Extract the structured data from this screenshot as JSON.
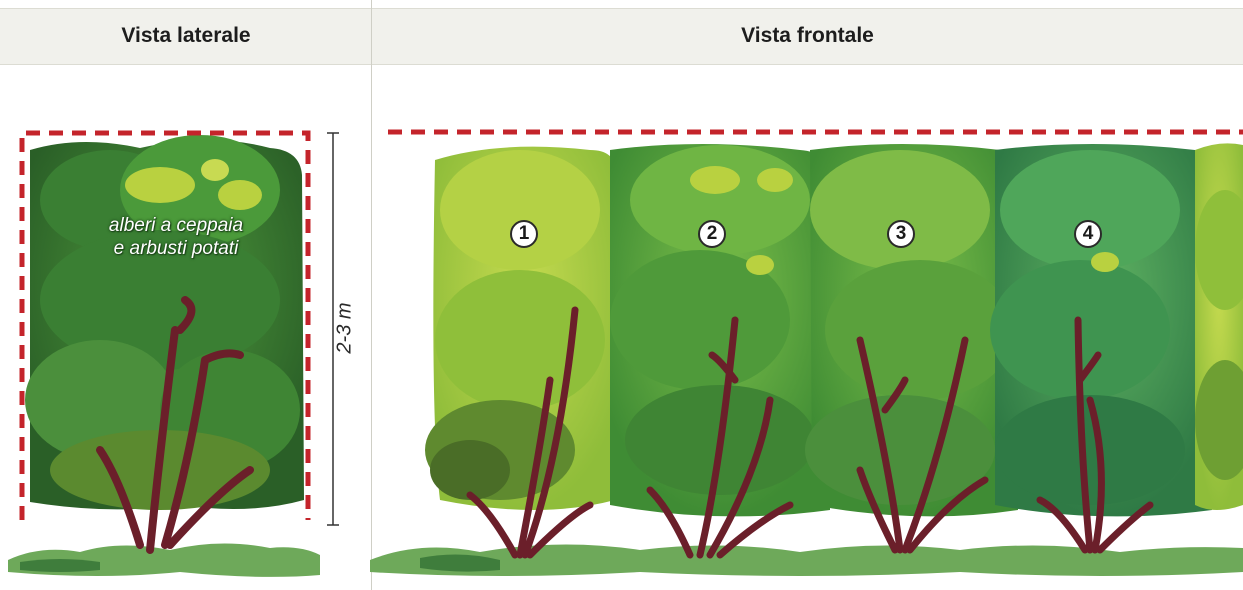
{
  "headers": {
    "side_view": "Vista laterale",
    "front_view": "Vista frontale"
  },
  "side_label": {
    "line1": "alberi a ceppaia",
    "line2": "e arbusti potati"
  },
  "height_dimension": "2-3 m",
  "plant_numbers": [
    "1",
    "2",
    "3",
    "4"
  ],
  "colors": {
    "header_band": "#f1f1ec",
    "boundary_dash": "#c4242b",
    "trunk": "#6b1f2a",
    "foliage_light": "#a8c93a",
    "foliage_mid": "#5aa13c",
    "foliage_dark": "#2f6e2c"
  }
}
